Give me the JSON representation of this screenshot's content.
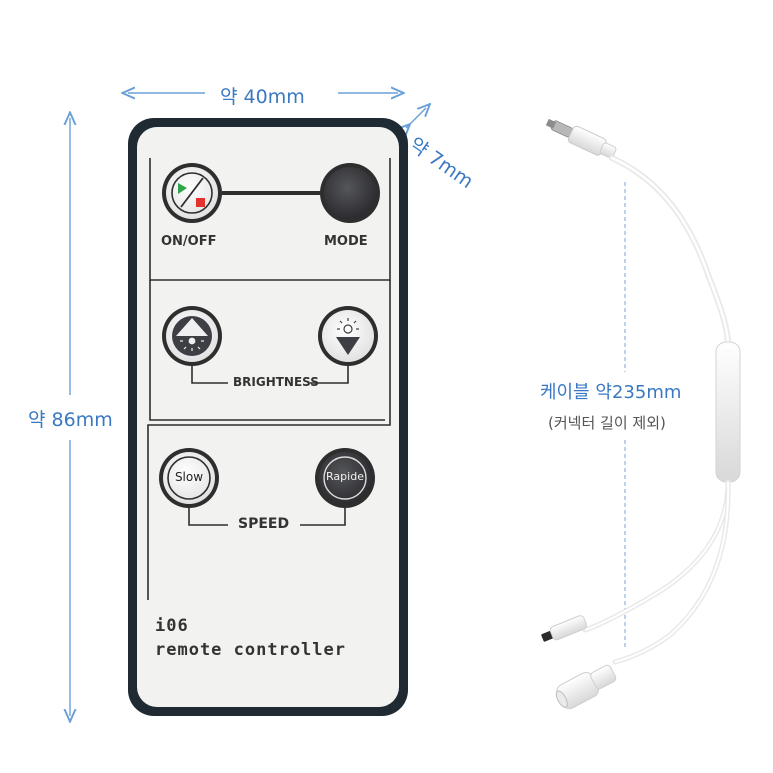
{
  "dimensions": {
    "width_label": "약 40mm",
    "depth_label": "약 7mm",
    "height_label": "약 86mm",
    "cable_length_label": "케이블 약235mm",
    "cable_note": "(커넥터 길이 제외)"
  },
  "remote": {
    "on_off_label": "ON/OFF",
    "mode_label": "MODE",
    "brightness_label": "BRIGHTNESS",
    "speed_label": "SPEED",
    "slow_label": "Slow",
    "rapide_label": "Rapide",
    "model": "i06",
    "product_name": "remote controller"
  },
  "colors": {
    "dimension_text": "#3a78c2",
    "remote_body": "#f2f2f0",
    "remote_border": "#1f2a33",
    "button_dark": "#3a3a3d"
  }
}
